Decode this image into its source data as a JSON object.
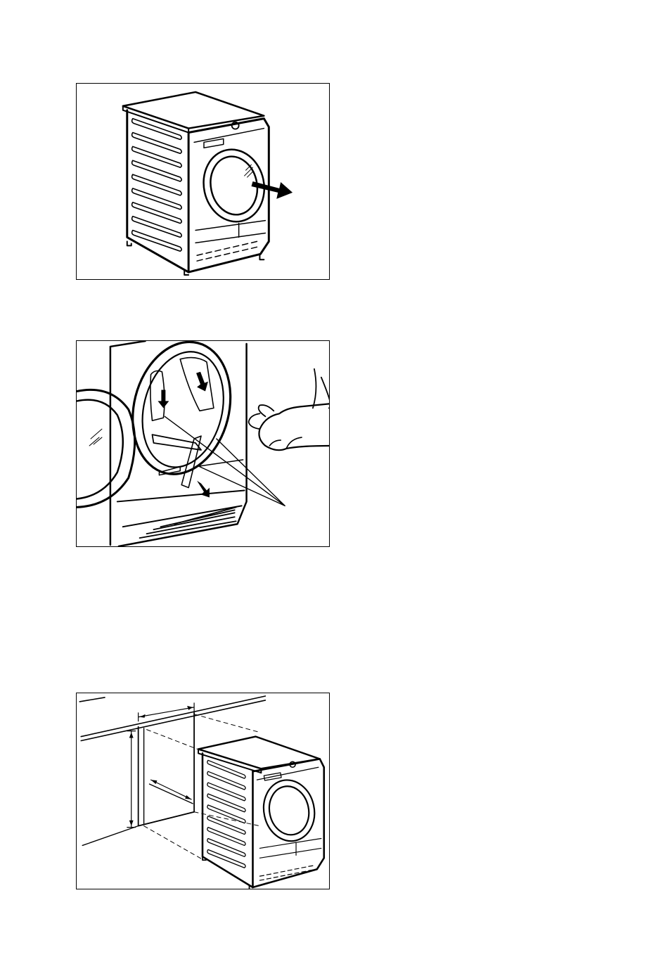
{
  "figures": [
    {
      "id": "fig1",
      "subject": "dryer-door-open-arrow"
    },
    {
      "id": "fig2",
      "subject": "remove-packaging-from-drum"
    },
    {
      "id": "fig3",
      "subject": "installation-under-countertop"
    }
  ]
}
